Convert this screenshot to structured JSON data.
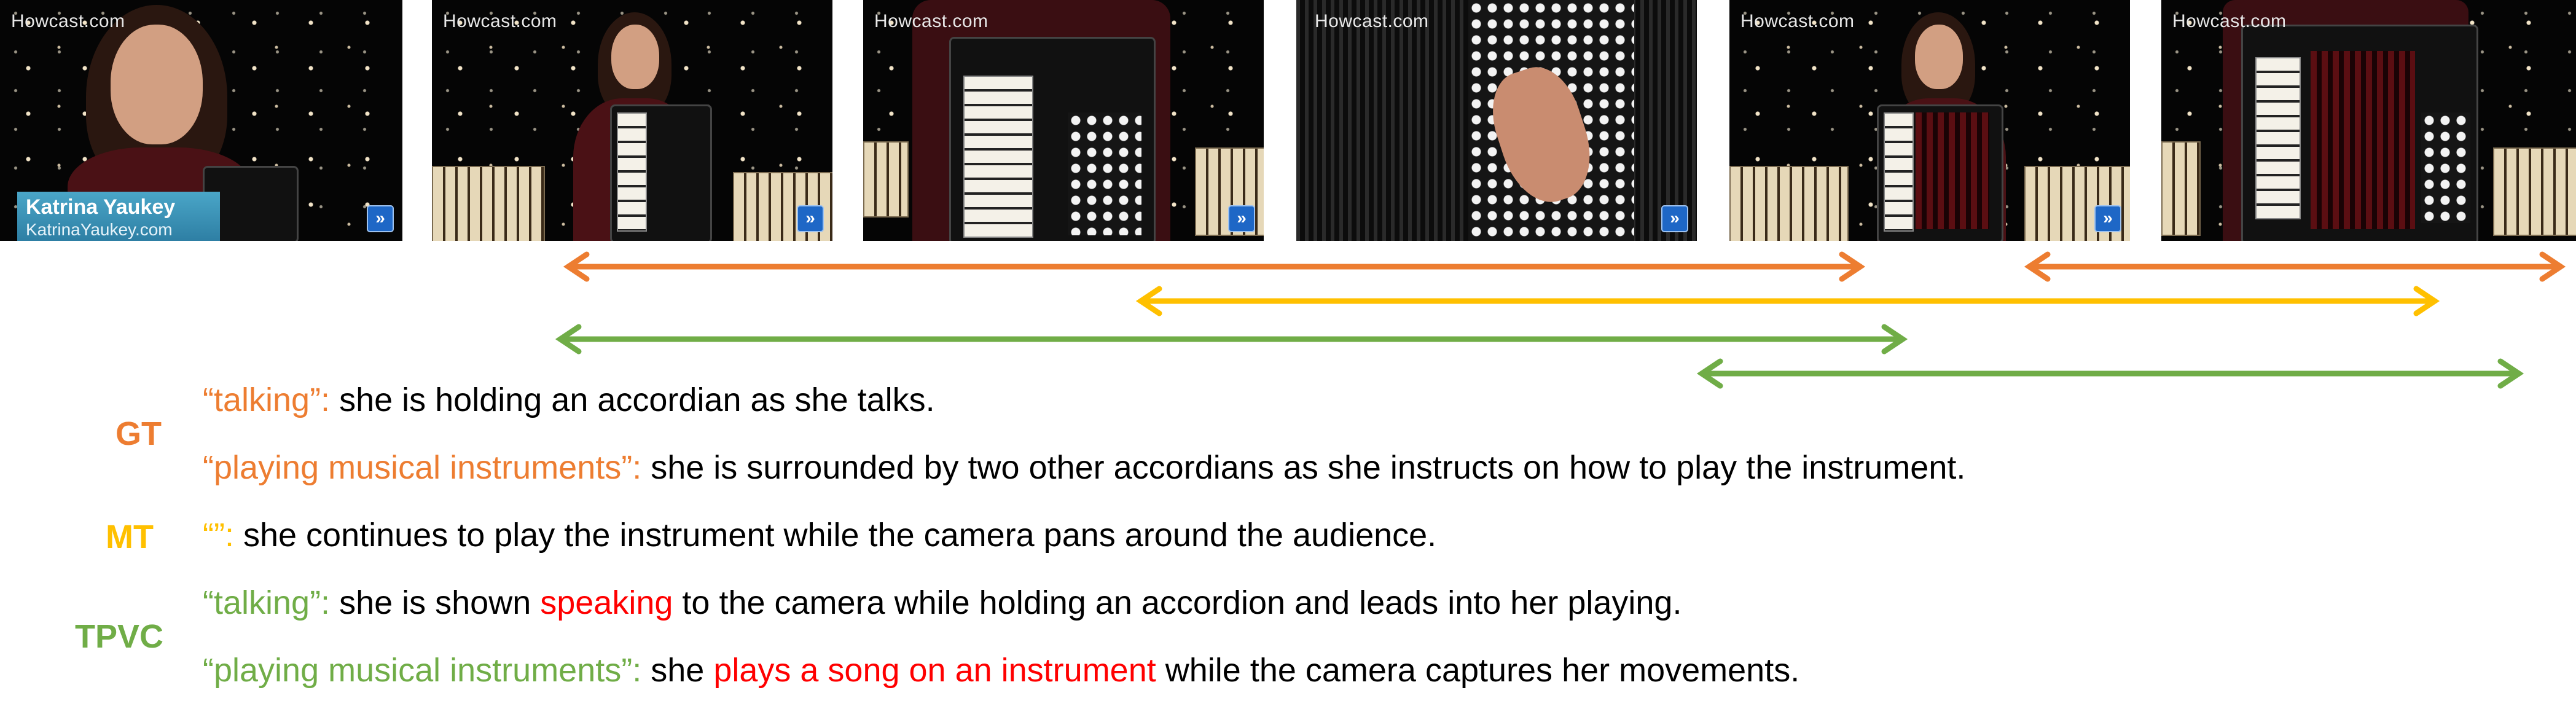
{
  "frames": [
    {
      "logo": "Howcast.com",
      "caption_name": "Katrina Yaukey",
      "caption_site": "KatrinaYaukey.com"
    },
    {
      "logo": "Howcast.com"
    },
    {
      "logo": "Howcast.com"
    },
    {
      "logo": "Howcast.com"
    },
    {
      "logo": "Howcast.com"
    },
    {
      "logo": "Howcast.com"
    }
  ],
  "colors": {
    "gt": "#ed7d31",
    "mt": "#ffc000",
    "tpvc": "#70ad47",
    "highlight": "#ff0000"
  },
  "labels": {
    "gt": "GT",
    "mt": "MT",
    "tpvc": "TPVC"
  },
  "rows": [
    {
      "tag": "“talking”:",
      "text": " she is holding an accordian as she talks."
    },
    {
      "tag": "“playing musical instruments”:",
      "text": " she is surrounded by two other accordians as she instructs on how to play the instrument."
    },
    {
      "tag": "“”:",
      "text": " she continues to play the instrument while the camera pans around the audience."
    },
    {
      "tag": "“talking”:",
      "pre": " she is shown ",
      "hl": "speaking",
      "post": " to the camera while holding an accordion and leads into her playing."
    },
    {
      "tag": "“playing musical instruments”:",
      "pre": " she ",
      "hl": "plays a song on an instrument",
      "post": " while the camera captures her movements."
    }
  ]
}
